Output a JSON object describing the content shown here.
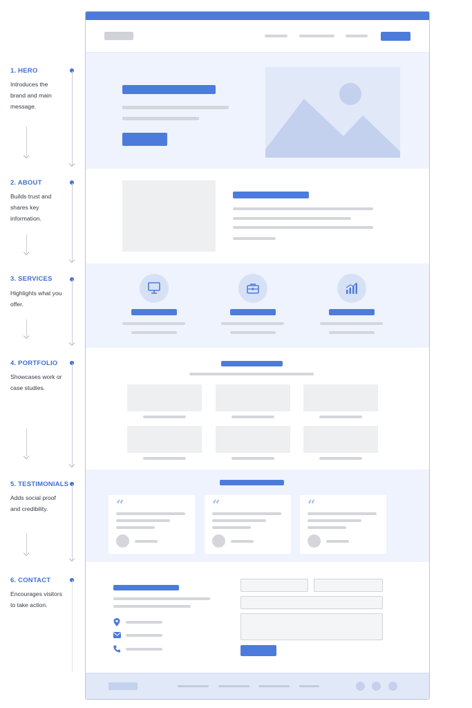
{
  "sections": [
    {
      "title": "1. HERO",
      "description": "Introduces the brand and main message."
    },
    {
      "title": "2. ABOUT",
      "description": "Builds trust and shares key information."
    },
    {
      "title": "3. SERVICES",
      "description": "Highlights what you offer."
    },
    {
      "title": "4. PORTFOLIO",
      "description": "Showcases work or case studies."
    },
    {
      "title": "5. TESTIMONIALS",
      "description": "Adds social proof and credibility."
    },
    {
      "title": "6. CONTACT",
      "description": "Encourages visitors to take action."
    }
  ],
  "colors": {
    "accent": "#4d7bdb",
    "section_tint": "#eef3fd",
    "placeholder_gray": "#d4d6db",
    "image_placeholder": "#c3d0ee"
  },
  "icons": {
    "services": [
      "monitor-icon",
      "briefcase-icon",
      "bar-chart-icon"
    ],
    "contact": [
      "location-pin-icon",
      "email-icon",
      "phone-icon"
    ],
    "testimonial": "quote-icon"
  },
  "quote_glyph": "“"
}
